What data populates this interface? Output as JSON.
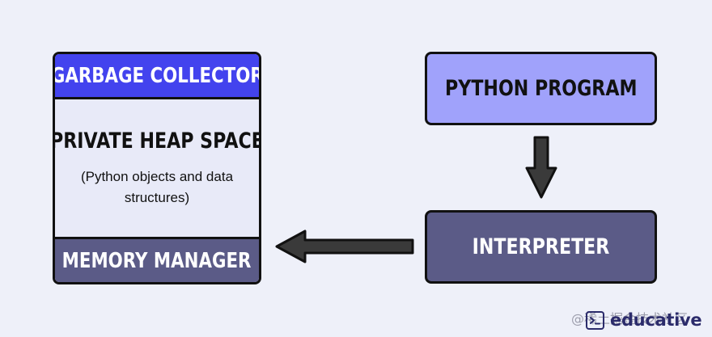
{
  "left_stack": {
    "garbage_collector": "GARBAGE COLLECTOR",
    "heap_title": "PRIVATE HEAP SPACE",
    "heap_subtitle": "(Python objects and data structures)",
    "memory_manager": "MEMORY MANAGER"
  },
  "right_stack": {
    "program": "PYTHON PROGRAM",
    "interpreter": "INTERPRETER"
  },
  "branding": {
    "logo_text": "educative",
    "watermark": "@稀土掘金技术社区"
  },
  "colors": {
    "background": "#eef0f9",
    "garbage_collector": "#4343ee",
    "heap_space": "#e8eaf8",
    "memory_manager": "#5b5b87",
    "program": "#a0a2fb",
    "interpreter": "#5b5b87",
    "arrows": "#3a3a3a"
  }
}
